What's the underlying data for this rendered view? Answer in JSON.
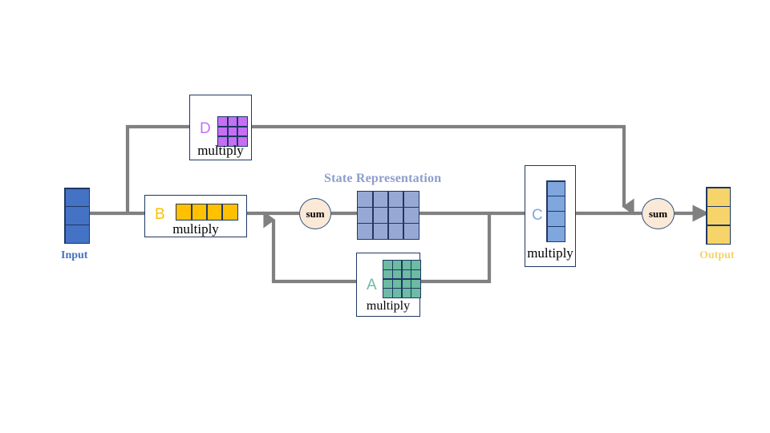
{
  "diagram": {
    "title_state": "State Representation",
    "colors": {
      "input_blue": "#4472c4",
      "output_yellow": "#f6d469",
      "state_blue": "#98a8d4",
      "matrix_a_green": "#6cbba2",
      "matrix_b_yellow": "#ffc000",
      "matrix_c_blue": "#7fa6dd",
      "matrix_d_violet": "#c66ff5",
      "border_navy": "#1f3864",
      "edge_gray": "#808080",
      "op_fill": "#fbe9d7",
      "state_title": "#8c9ecb"
    },
    "operations": {
      "sum_left": "sum",
      "sum_right": "sum"
    },
    "terminals": {
      "input": {
        "label": "Input",
        "cells": 3,
        "orientation": "column"
      },
      "output": {
        "label": "Output",
        "cells": 3,
        "orientation": "column"
      }
    },
    "state": {
      "label": "State Representation",
      "rows": 3,
      "cols": 4
    },
    "blocks": [
      {
        "id": "D",
        "letter": "D",
        "caption": "multiply",
        "rows": 3,
        "cols": 3
      },
      {
        "id": "B",
        "letter": "B",
        "caption": "multiply",
        "rows": 1,
        "cols": 4
      },
      {
        "id": "A",
        "letter": "A",
        "caption": "multiply",
        "rows": 4,
        "cols": 4
      },
      {
        "id": "C",
        "letter": "C",
        "caption": "multiply",
        "rows": 4,
        "cols": 1
      }
    ]
  }
}
